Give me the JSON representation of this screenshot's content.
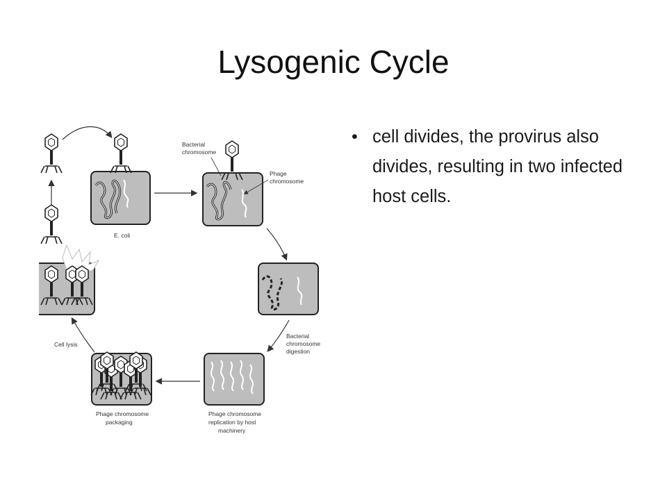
{
  "slide": {
    "title": "Lysogenic Cycle",
    "bullets": [
      " cell divides, the provirus also divides, resulting in two infected host cells."
    ]
  },
  "diagram": {
    "labels": {
      "e_coli": "E. coli",
      "bacterial_chromosome_1": "Bacterial",
      "bacterial_chromosome_2": "chromosome",
      "phage_chromosome_1": "Phage",
      "phage_chromosome_2": "chromosome",
      "digestion_1": "Bacterial",
      "digestion_2": "chromosome",
      "digestion_3": "digestion",
      "replication_1": "Phage chromosome",
      "replication_2": "replication by host",
      "replication_3": "machinery",
      "packaging_1": "Phage chromosome",
      "packaging_2": "packaging",
      "cell_lysis": "Cell lysis"
    },
    "colors": {
      "cell_fill": "#bdbdbd",
      "outline": "#222222"
    }
  }
}
